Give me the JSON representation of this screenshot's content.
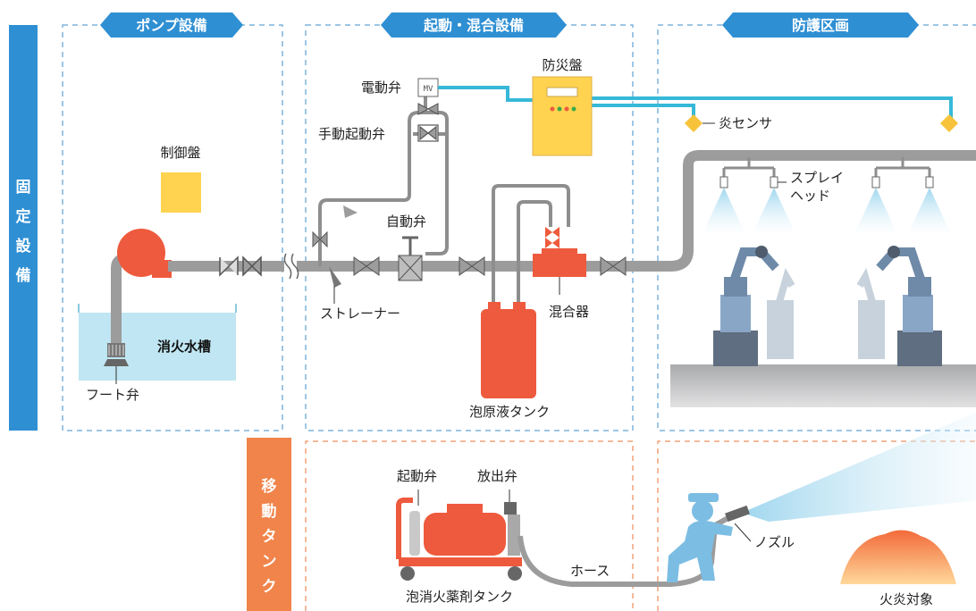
{
  "sections": {
    "fixed": "固定設備",
    "mobile": "移動タンク",
    "pump": "ポンプ設備",
    "start_mix": "起動・混合設備",
    "protect": "防護区画"
  },
  "labels": {
    "control_panel": "制御盤",
    "fire_panel": "防災盤",
    "electric_valve": "電動弁",
    "mv": "MV",
    "manual_start_valve": "手動起動弁",
    "auto_valve": "自動弁",
    "strainer": "ストレーナー",
    "mixer": "混合器",
    "foam_tank": "泡原液タンク",
    "water_tank": "消火水槽",
    "foot_valve": "フート弁",
    "flame_sensor": "炎センサ",
    "spray_head": "スプレイ\nヘッド",
    "start_valve": "起動弁",
    "discharge_valve": "放出弁",
    "hose": "ホース",
    "nozzle": "ノズル",
    "foam_agent_tank": "泡消火薬剤タンク",
    "fire_target": "火炎対象"
  },
  "colors": {
    "header_blue": "#2f8fd3",
    "side_blue": "#2f8fd3",
    "side_orange": "#f0844a",
    "dash_blue": "#7fb3dc",
    "dash_orange": "#f2a27a",
    "pipe_gray": "#9c9c9c",
    "signal_cyan": "#36b9d8",
    "pump_red": "#ee5a3d",
    "panel_yellow": "#ffd350",
    "water": "#bfe6f2",
    "spray": "#9fd6ee"
  }
}
